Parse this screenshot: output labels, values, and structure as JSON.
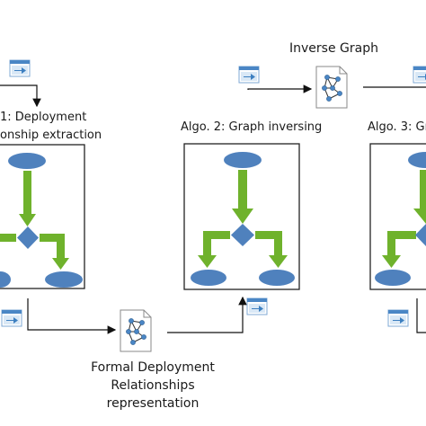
{
  "labels": {
    "algo1_line1": "1: Deployment",
    "algo1_line2": "onship extraction",
    "algo2": "Algo. 2: Graph inversing",
    "algo3": "Algo. 3: Gra",
    "inverse_graph": "Inverse Graph",
    "formal_line1": "Formal Deployment",
    "formal_line2": "Relationships",
    "formal_line3": "representation"
  },
  "colors": {
    "ellipse": "#4f81bd",
    "green_arrow": "#6fb22c",
    "box_stroke": "#222222",
    "icon_blue": "#3d7fc0",
    "icon_frame": "#9fc3e6"
  },
  "icons": [
    "window-process-icon",
    "graph-document-icon"
  ]
}
